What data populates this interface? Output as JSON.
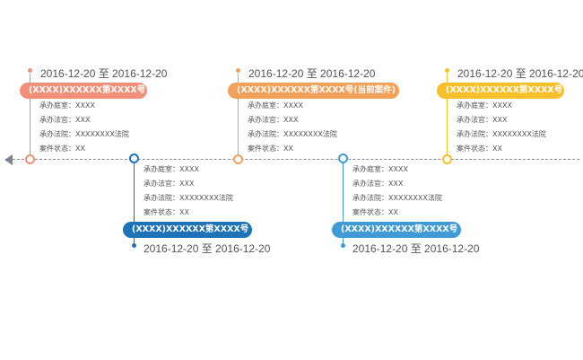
{
  "field_labels": {
    "court_room": "承办庭室：",
    "judge": "承办法官：",
    "court": "承办法院：",
    "status": "案件状态："
  },
  "events": [
    {
      "date_range": "2016-12-20 至 2016-12-20",
      "case_number": "(XXXX)XXXXXX第XXXX号",
      "court_room": "XXXX",
      "judge": "XXX",
      "court": "XXXXXXXX法院",
      "status": "XX",
      "color": "#f0907a"
    },
    {
      "date_range": "2016-12-20 至 2016-12-20",
      "case_number": "(XXXX)XXXXXX第XXXX号",
      "court_room": "XXXX",
      "judge": "XXX",
      "court": "XXXXXXXX法院",
      "status": "XX",
      "color": "#1e72b8"
    },
    {
      "date_range": "2016-12-20 至 2016-12-20",
      "case_number": "(XXXX)XXXXXX第XXXX号(当前案件)",
      "court_room": "XXXX",
      "judge": "XXX",
      "court": "XXXXXXXX法院",
      "status": "XX",
      "color": "#f2a15a"
    },
    {
      "date_range": "2016-12-20 至 2016-12-20",
      "case_number": "(XXXX)XXXXXX第XXXX号",
      "court_room": "XXXX",
      "judge": "XXX",
      "court": "XXXXXXXX法院",
      "status": "XX",
      "color": "#3f9ad6"
    },
    {
      "date_range": "2016-12-20 至 2016-12-20",
      "case_number": "(XXXX)XXXXXX第XXXX号",
      "court_room": "XXXX",
      "judge": "XXX",
      "court": "XXXXXXXX法院",
      "status": "XX",
      "color": "#f7c02a"
    }
  ]
}
